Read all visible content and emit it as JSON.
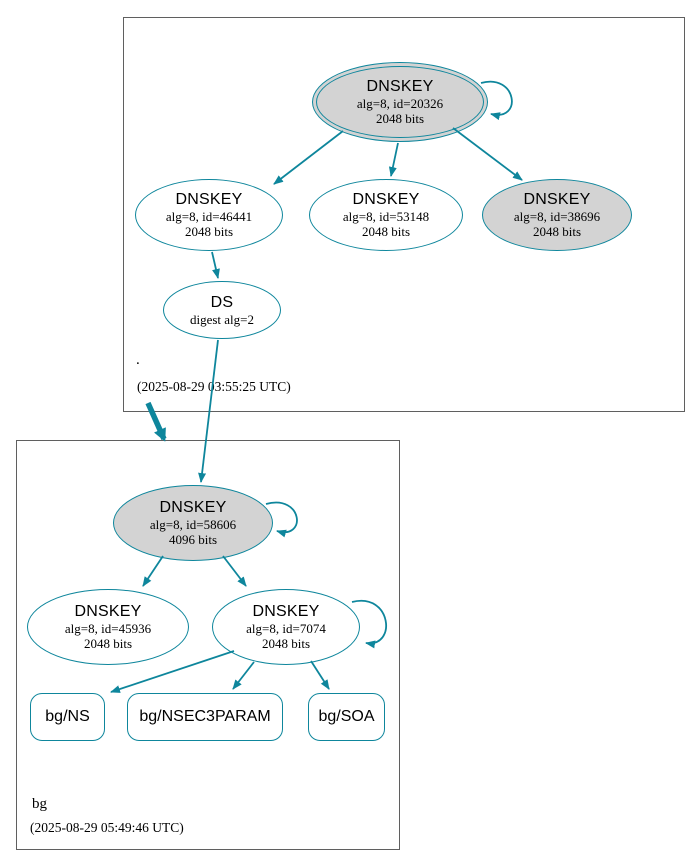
{
  "colors": {
    "edge": "#0e869c",
    "ksk_fill": "#d3d3d3",
    "node_fill": "#ffffff",
    "box_border": "#5f5f5f",
    "text": "#000000"
  },
  "zones": {
    "root": {
      "name": ".",
      "timestamp": "(2025-08-29 03:55:25 UTC)",
      "nodes": {
        "ksk": {
          "title": "DNSKEY",
          "detail1": "alg=8, id=20326",
          "detail2": "2048 bits"
        },
        "zsk1": {
          "title": "DNSKEY",
          "detail1": "alg=8, id=46441",
          "detail2": "2048 bits"
        },
        "zsk2": {
          "title": "DNSKEY",
          "detail1": "alg=8, id=53148",
          "detail2": "2048 bits"
        },
        "ksk2": {
          "title": "DNSKEY",
          "detail1": "alg=8, id=38696",
          "detail2": "2048 bits"
        },
        "ds": {
          "title": "DS",
          "detail1": "digest alg=2"
        }
      }
    },
    "bg": {
      "name": "bg",
      "timestamp": "(2025-08-29 05:49:46 UTC)",
      "nodes": {
        "ksk": {
          "title": "DNSKEY",
          "detail1": "alg=8, id=58606",
          "detail2": "4096 bits"
        },
        "zsk1": {
          "title": "DNSKEY",
          "detail1": "alg=8, id=45936",
          "detail2": "2048 bits"
        },
        "zsk2": {
          "title": "DNSKEY",
          "detail1": "alg=8, id=7074",
          "detail2": "2048 bits"
        },
        "rrset_ns": {
          "label": "bg/NS"
        },
        "rrset_nsec3param": {
          "label": "bg/NSEC3PARAM"
        },
        "rrset_soa": {
          "label": "bg/SOA"
        }
      }
    }
  }
}
